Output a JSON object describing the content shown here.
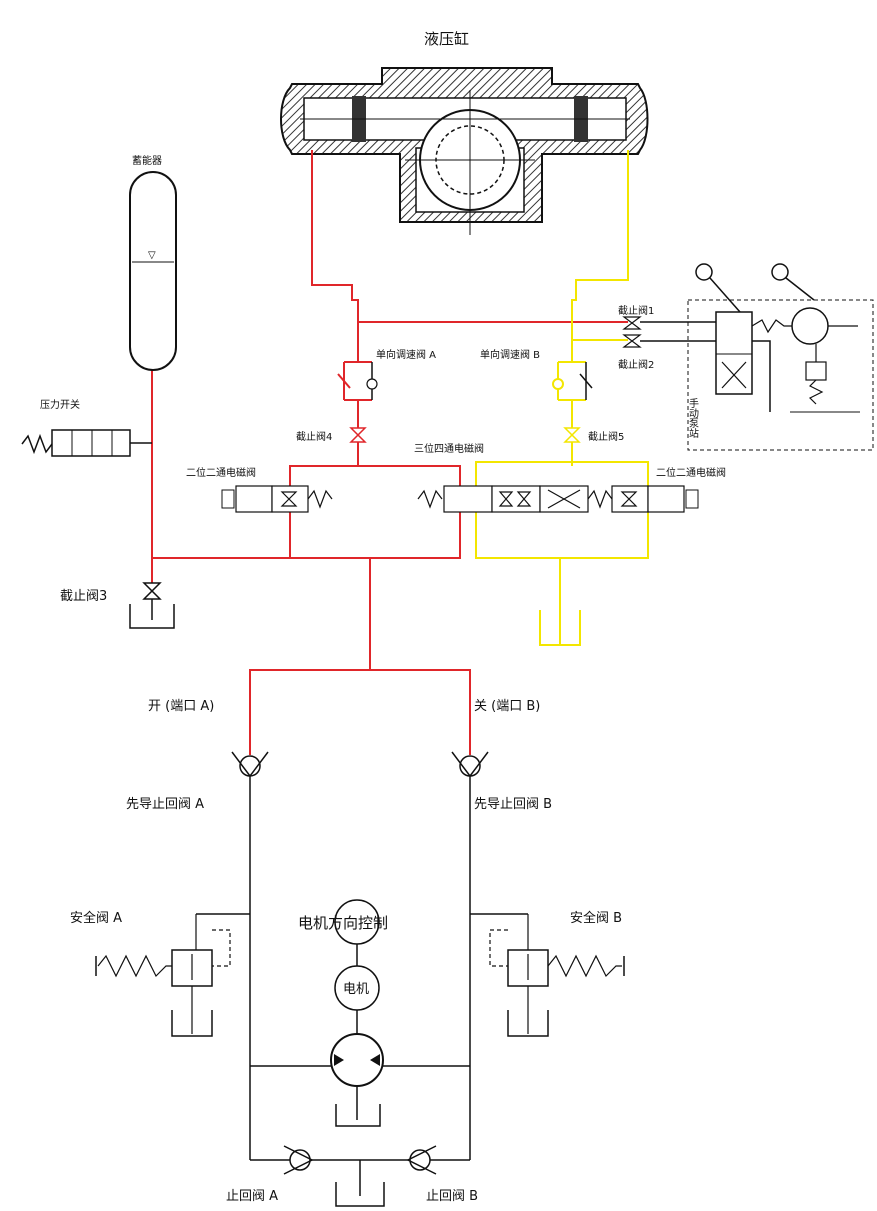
{
  "colors": {
    "red_line": "#e0262a",
    "yellow_line": "#f3e600",
    "black_line": "#111111",
    "hatch": "#444444"
  },
  "labels": {
    "actuator": "液压缸",
    "accumulator": "蓄能器",
    "pressure_switch": "压力开关",
    "stop_valve_3": "截止阀3",
    "check_throttle_a": "单向调速阀 A",
    "check_throttle_b": "单向调速阀 B",
    "stop_valve_4": "截止阀4",
    "stop_valve_5": "截止阀5",
    "stop_valve_1": "截止阀1",
    "stop_valve_2": "截止阀2",
    "solenoid_2way_left": "二位二通电磁阀",
    "solenoid_3way": "三位四通电磁阀",
    "solenoid_2way_right": "二位二通电磁阀",
    "manual_pump": "手动泵站",
    "port_a": "开 (端口 A)",
    "port_b": "关 (端口 B)",
    "pilot_check_a": "先导止回阀 A",
    "pilot_check_b": "先导止回阀 B",
    "safety_valve_a": "安全阀 A",
    "safety_valve_b": "安全阀 B",
    "motor_direction": "电机方向控制",
    "motor": "电机",
    "check_valve_a": "止回阀 A",
    "check_valve_b": "止回阀 B"
  }
}
